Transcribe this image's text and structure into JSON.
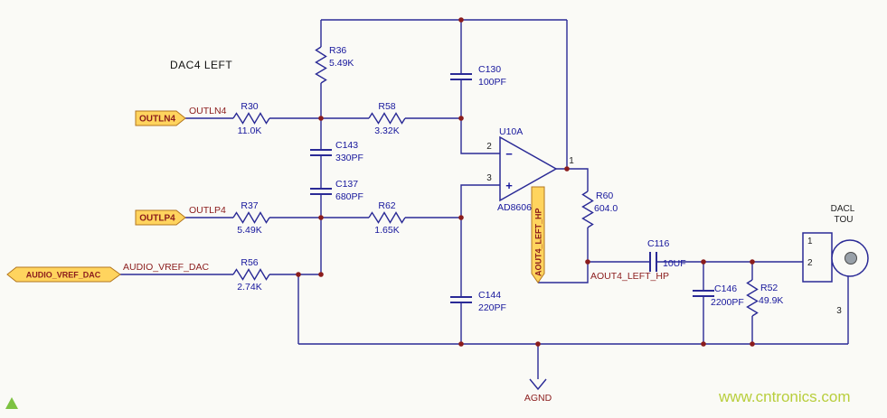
{
  "title": "DAC4 LEFT",
  "watermark": "www.cntronics.com",
  "colors": {
    "wire": "#2a2a96",
    "net_label": "#8b1c1c",
    "flag_fill": "#ffd45e",
    "component_label": "#16169c",
    "watermark": "#b5cc33",
    "background": "#fafaf6"
  },
  "flags": {
    "outln4": "OUTLN4",
    "outlp4": "OUTLP4",
    "audio_vref": "AUDIO_VREF_DAC",
    "aout4_vertical": "AOUT4_LEFT_HP"
  },
  "nets": {
    "outln4": "OUTLN4",
    "outlp4": "OUTLP4",
    "audio_vref": "AUDIO_VREF_DAC",
    "aout4": "AOUT4_LEFT_HP",
    "agnd": "AGND"
  },
  "components": {
    "R30": {
      "ref": "R30",
      "value": "11.0K"
    },
    "R36": {
      "ref": "R36",
      "value": "5.49K"
    },
    "R58": {
      "ref": "R58",
      "value": "3.32K"
    },
    "R37": {
      "ref": "R37",
      "value": "5.49K"
    },
    "R62": {
      "ref": "R62",
      "value": "1.65K"
    },
    "R56": {
      "ref": "R56",
      "value": "2.74K"
    },
    "R60": {
      "ref": "R60",
      "value": "604.0"
    },
    "R52": {
      "ref": "R52",
      "value": "49.9K"
    },
    "C130": {
      "ref": "C130",
      "value": "100PF"
    },
    "C143": {
      "ref": "C143",
      "value": "330PF"
    },
    "C137": {
      "ref": "C137",
      "value": "680PF"
    },
    "C144": {
      "ref": "C144",
      "value": "220PF"
    },
    "C116": {
      "ref": "C116",
      "value": "10UF"
    },
    "C146": {
      "ref": "C146",
      "value": "2200PF"
    }
  },
  "opamp": {
    "ref": "U10A",
    "part": "AD8606",
    "minus": "−",
    "plus": "+",
    "pin_inverting": "2",
    "pin_noninverting": "3",
    "pin_output": "1"
  },
  "connector": {
    "name_line1": "DACL",
    "name_line2": "TOU",
    "pin1": "1",
    "pin2": "2",
    "pin3": "3"
  }
}
